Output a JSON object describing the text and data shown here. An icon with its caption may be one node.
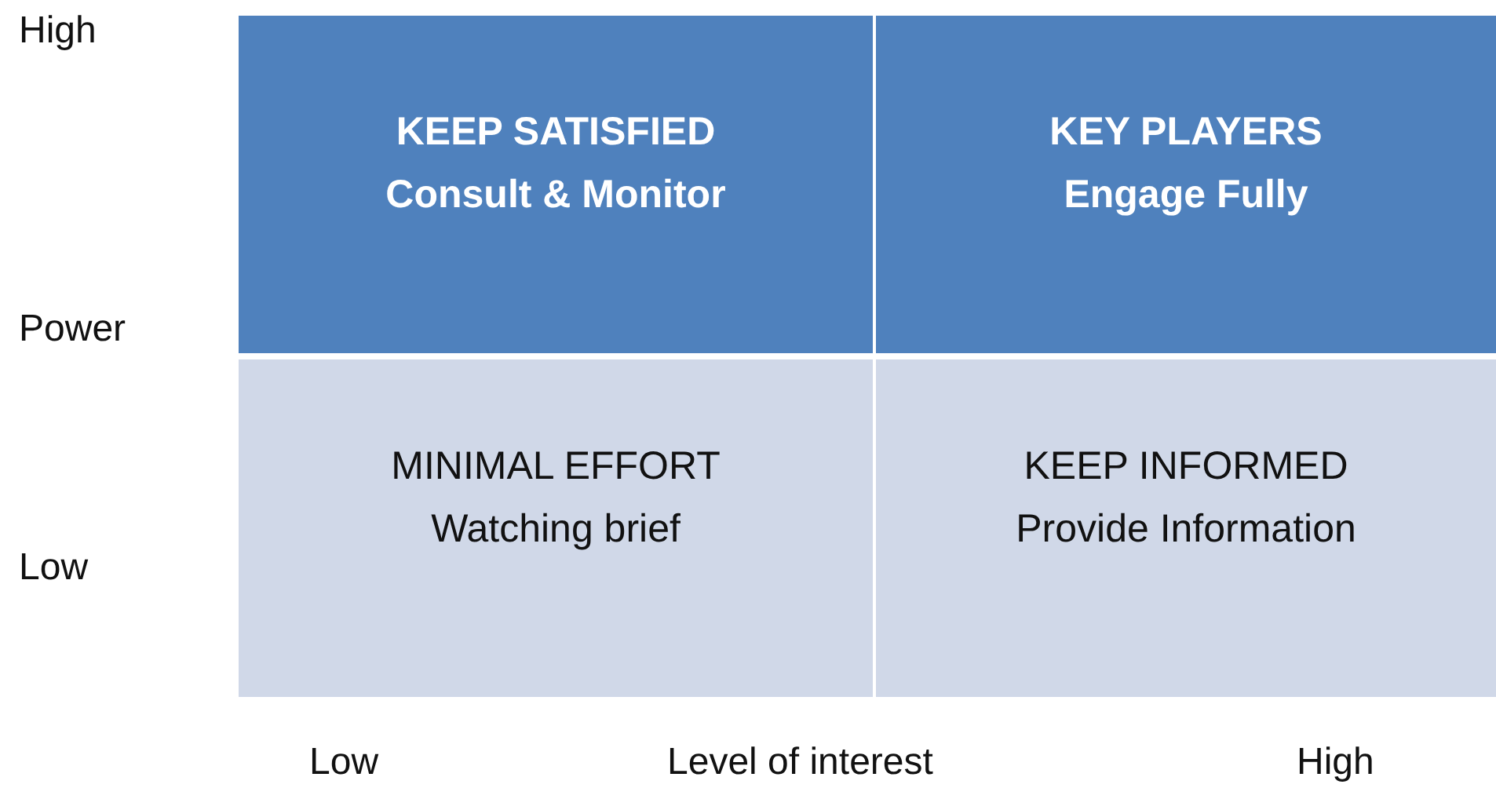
{
  "diagram": {
    "nodes": [
      {
        "text": [
          "KEEP SATISFIED",
          "Consult & Monitor"
        ]
      },
      {
        "text": [
          "KEY PLAYERS",
          "Engage Fully"
        ]
      },
      {
        "text": [
          "MINIMAL EFFORT",
          "Watching brief"
        ]
      },
      {
        "text": [
          "KEEP INFORMED",
          "Provide Information"
        ]
      }
    ],
    "labels": [
      "High",
      "Power",
      "Low",
      "Low",
      "Level of interest",
      "High"
    ]
  }
}
